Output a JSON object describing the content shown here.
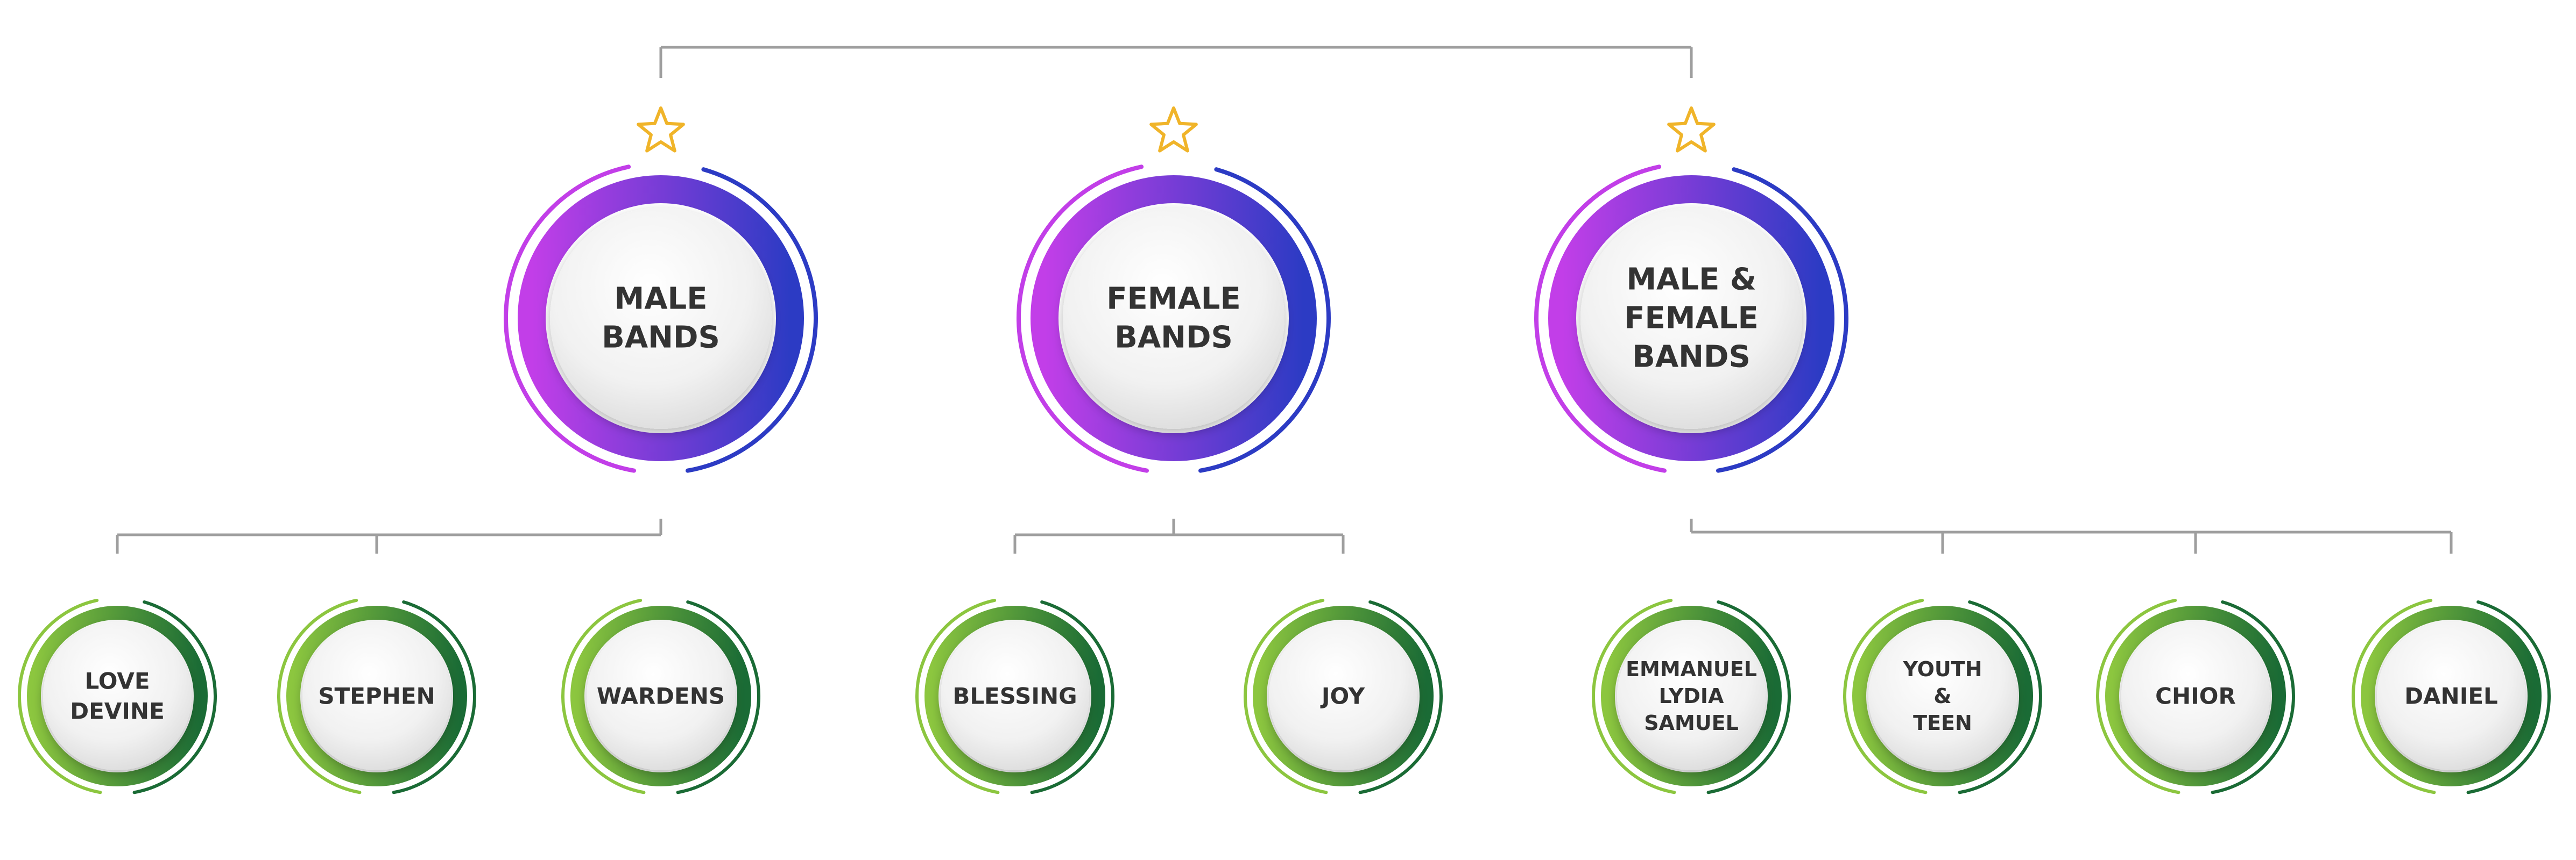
{
  "categories": [
    {
      "label_lines": [
        "MALE",
        "BANDS"
      ],
      "icon": "star-outline-icon",
      "children": [
        {
          "label_lines": [
            "LOVE",
            "DEVINE"
          ]
        },
        {
          "label_lines": [
            "STEPHEN"
          ]
        },
        {
          "label_lines": [
            "WARDENS"
          ]
        }
      ]
    },
    {
      "label_lines": [
        "FEMALE",
        "BANDS"
      ],
      "icon": "star-outline-icon",
      "children": [
        {
          "label_lines": [
            "BLESSING"
          ]
        },
        {
          "label_lines": [
            "JOY"
          ]
        }
      ]
    },
    {
      "label_lines": [
        "MALE &",
        "FEMALE",
        "BANDS"
      ],
      "icon": "star-outline-icon",
      "children": [
        {
          "label_lines": [
            "EMMANUEL",
            "LYDIA",
            "SAMUEL"
          ]
        },
        {
          "label_lines": [
            "YOUTH",
            "&",
            "TEEN"
          ]
        },
        {
          "label_lines": [
            "CHIOR"
          ]
        },
        {
          "label_lines": [
            "DANIEL"
          ]
        }
      ]
    }
  ],
  "colors": {
    "category_ring_start": "#c23ee8",
    "category_ring_end": "#2c3bc4",
    "band_ring_start": "#8cc63f",
    "band_ring_end": "#1a6b35",
    "connector": "#9e9e9e",
    "star": "#f0b429",
    "label": "#333333",
    "disc_light": "#fafafa",
    "disc_shade": "#d6d6d6"
  }
}
